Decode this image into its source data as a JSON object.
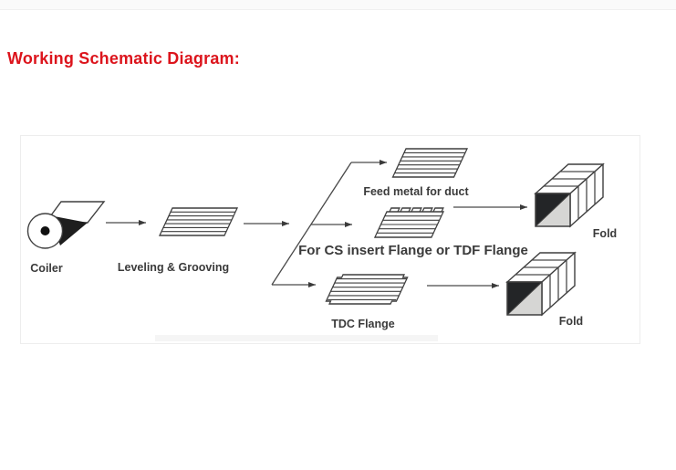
{
  "title": "Working Schematic Diagram:",
  "colors": {
    "title_red": "#dc141c",
    "label_gray": "#3a3a3a",
    "line_gray": "#4a4a4a",
    "fold_dark_face": "#232527",
    "fold_light_face": "#d6d6d4"
  },
  "diagram": {
    "coiler_label": "Coiler",
    "leveling_label": "Leveling & Grooving",
    "feed_metal_label": "Feed metal for duct",
    "cs_flange_label": "For CS insert Flange or TDF Flange",
    "tdc_label": "TDC Flange",
    "fold_top_label": "Fold",
    "fold_bottom_label": "Fold"
  }
}
